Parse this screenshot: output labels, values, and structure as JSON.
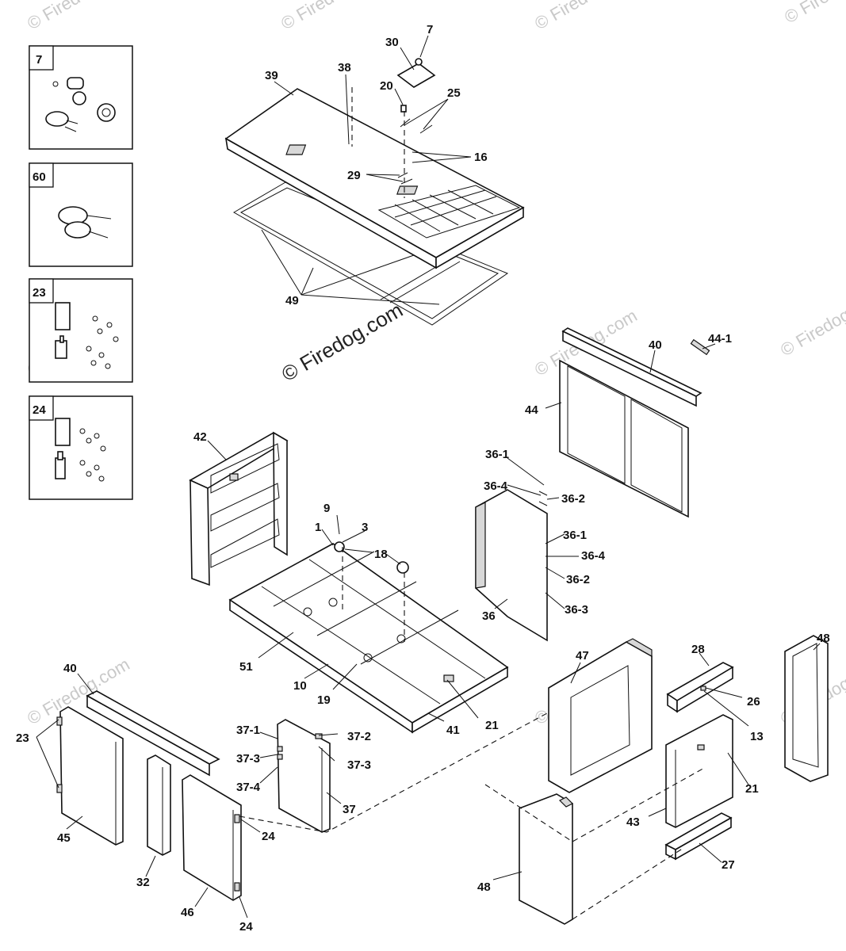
{
  "watermark": {
    "text": "© Firedog.com"
  },
  "inset_boxes": [
    {
      "label": "7"
    },
    {
      "label": "60"
    },
    {
      "label": "23"
    },
    {
      "label": "24"
    }
  ],
  "callouts": [
    "30",
    "7",
    "39",
    "38",
    "20",
    "25",
    "16",
    "29",
    "49",
    "40",
    "44-1",
    "44",
    "42",
    "36-1",
    "36-4",
    "36-2",
    "36-1",
    "36-4",
    "36-2",
    "36",
    "36-3",
    "9",
    "1",
    "3",
    "18",
    "51",
    "10",
    "19",
    "21",
    "41",
    "47",
    "28",
    "26",
    "13",
    "48",
    "40",
    "23",
    "45",
    "37-1",
    "37-2",
    "37-3",
    "37-3",
    "37-4",
    "37",
    "24",
    "32",
    "46",
    "24",
    "21",
    "43",
    "27",
    "48"
  ]
}
